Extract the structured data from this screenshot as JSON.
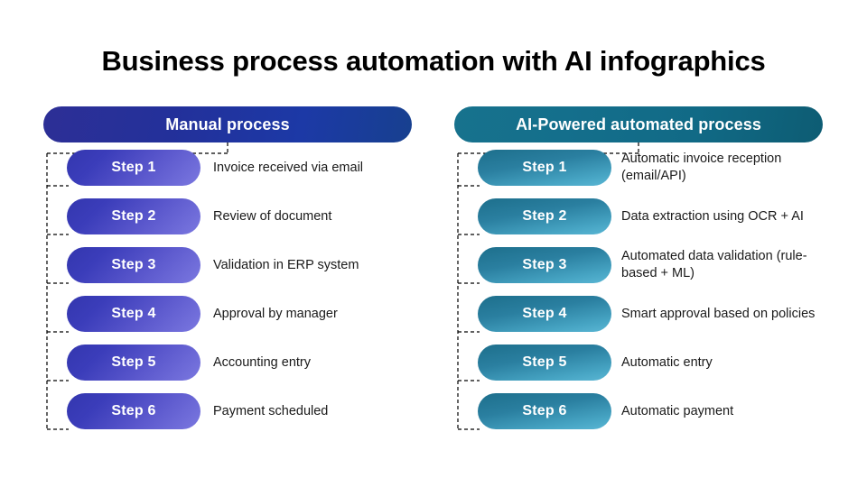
{
  "page": {
    "title": "Business process automation with AI infographics",
    "background_color": "#ffffff",
    "text_color": "#1a1a1a"
  },
  "colors": {
    "manual_header_start": "#2d2f96",
    "manual_header_end": "#17408f",
    "manual_pill_start": "#3336ae",
    "manual_pill_end": "#7b78e0",
    "ai_header_start": "#17728d",
    "ai_header_end": "#0d5c73",
    "ai_pill_start": "#1d6f8c",
    "ai_pill_end": "#5ab6d4",
    "connector_line": "#000000"
  },
  "columns": {
    "manual": {
      "header": "Manual process",
      "steps": [
        {
          "label": "Step 1",
          "description": "Invoice received via email"
        },
        {
          "label": "Step 2",
          "description": "Review of document"
        },
        {
          "label": "Step 3",
          "description": "Validation in ERP system"
        },
        {
          "label": "Step 4",
          "description": "Approval by manager"
        },
        {
          "label": "Step 5",
          "description": "Accounting entry"
        },
        {
          "label": "Step 6",
          "description": "Payment scheduled"
        }
      ]
    },
    "ai": {
      "header": "AI-Powered automated process",
      "steps": [
        {
          "label": "Step 1",
          "description": "Automatic invoice reception (email/API)"
        },
        {
          "label": "Step 2",
          "description": "Data extraction using OCR + AI"
        },
        {
          "label": "Step 3",
          "description": "Automated data validation (rule-based + ML)"
        },
        {
          "label": "Step 4",
          "description": "Smart approval based on policies"
        },
        {
          "label": "Step 5",
          "description": "Automatic entry"
        },
        {
          "label": "Step 6",
          "description": "Automatic payment"
        }
      ]
    }
  }
}
